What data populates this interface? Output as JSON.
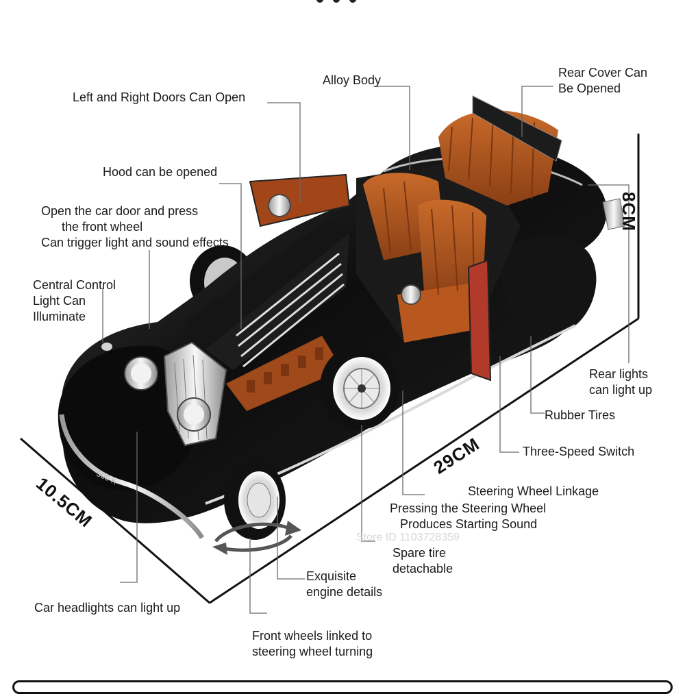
{
  "labels": {
    "alloy_body": "Alloy Body",
    "rear_cover": "Rear Cover Can\nBe Opened",
    "doors_open": "Left and Right Doors Can Open",
    "hood_open": "Hood can be opened",
    "door_press": "Open the car door and press\n      the front wheel\nCan trigger light and sound effects",
    "central_light": "Central Control\nLight Can\nIlluminate",
    "rear_lights": "Rear lights\ncan light up",
    "rubber_tires": "Rubber Tires",
    "three_speed": "Three-Speed Switch",
    "steering_linkage": "Steering Wheel Linkage",
    "steering_sound": "Pressing the Steering Wheel\n   Produces Starting Sound",
    "spare_tire": "Spare tire\ndetachable",
    "engine_details": "Exquisite\nengine details",
    "headlights": "Car headlights can light up",
    "front_wheels": "Front wheels linked to\nsteering wheel turning"
  },
  "dimensions": {
    "height": "8CM",
    "length": "29CM",
    "width": "10.5CM"
  },
  "watermark": "Store ID 1103728359",
  "plate_text": "500 K"
}
